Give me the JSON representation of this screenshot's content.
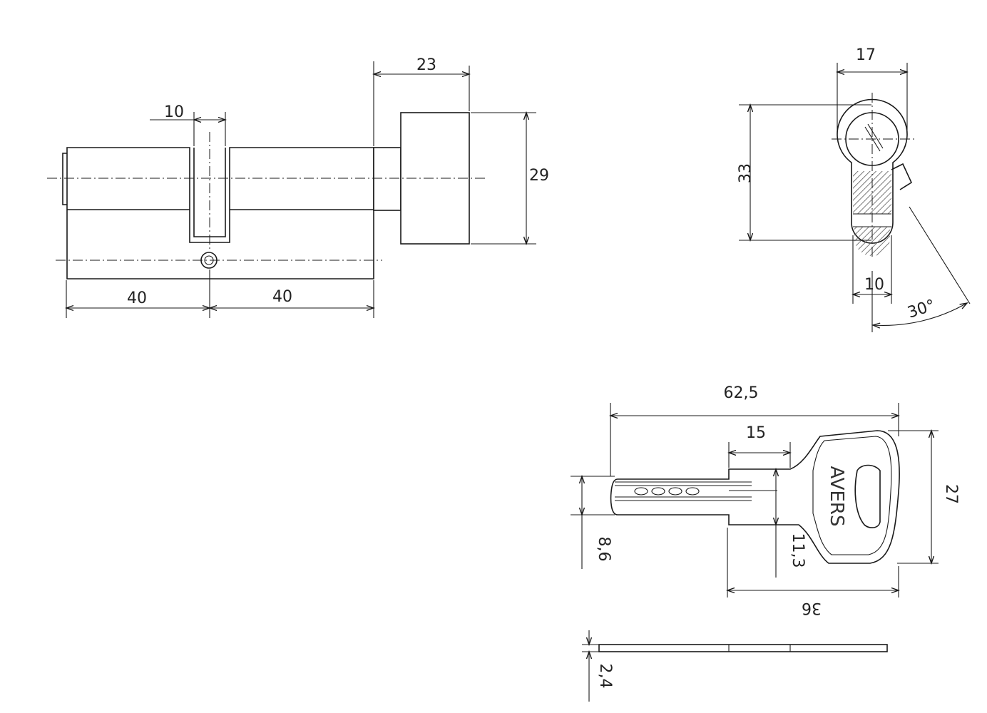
{
  "colors": {
    "line": "#1a1a1a",
    "text": "#222222",
    "hatch": "#555555"
  },
  "dimensions": {
    "body_left": "40",
    "body_right": "40",
    "cam_width": "10",
    "knob_length": "23",
    "knob_diameter": "29",
    "profile_width": "17",
    "profile_height": "33",
    "profile_lower_width": "10",
    "cam_angle": "30°",
    "key_length": "62,5",
    "key_blade_start": "15",
    "key_head_height": "27",
    "key_blade_height": "8,6",
    "key_shoulder_height": "11,3",
    "key_bow_length": "36",
    "key_thickness": "2,4"
  },
  "key": {
    "brand": "AVERS"
  }
}
